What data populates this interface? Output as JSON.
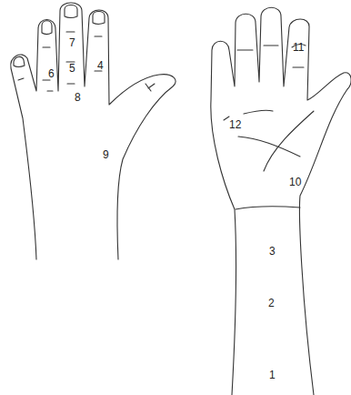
{
  "diagram": {
    "labels": [
      "7",
      "6",
      "5",
      "4",
      "11",
      "8",
      "12",
      "9",
      "10",
      "3",
      "2",
      "1"
    ]
  }
}
